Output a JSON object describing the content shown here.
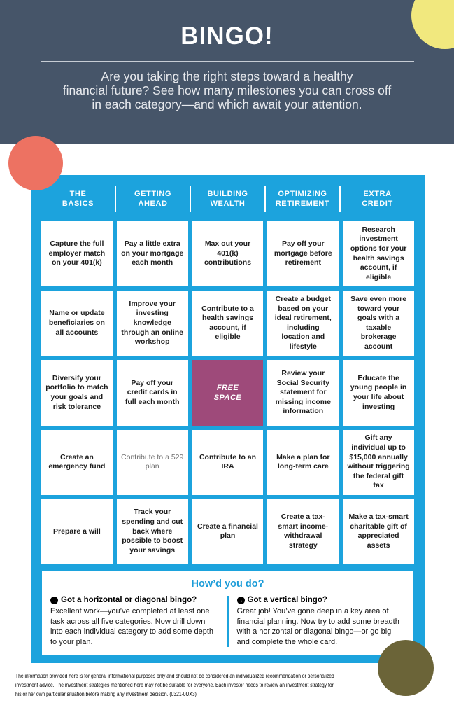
{
  "header": {
    "title": "BINGO!",
    "subtitle": "Are you taking the right steps toward a healthy\nfinancial future? See how many milestones you can cross off\nin each category—and which await your attention."
  },
  "card": {
    "headers": [
      "THE\nBASICS",
      "GETTING\nAHEAD",
      "BUILDING\nWEALTH",
      "OPTIMIZING\nRETIREMENT",
      "EXTRA\nCREDIT"
    ],
    "cells": [
      "Capture the full employer match on your 401(k)",
      "Pay a little extra on your mortgage each month",
      "Max out your 401(k) contributions",
      "Pay off your mortgage before retirement",
      "Research investment options for your health savings account, if eligible",
      "Name or update beneficiaries on all accounts",
      "Improve your investing knowledge through an online workshop",
      "Contribute to a health savings account, if eligible",
      "Create a budget based on your ideal retirement, including location and lifestyle",
      "Save even more toward your goals with a taxable brokerage account",
      "Diversify your portfolio to match your goals and risk tolerance",
      "Pay off your credit cards in full each month",
      "FREE\nSPACE",
      "Review your Social Security statement for missing income information",
      "Educate the young people in your life about investing",
      "Create an emergency fund",
      "Contribute to a 529 plan",
      "Contribute to an IRA",
      "Make a plan for long-term care",
      "Gift any individual up to $15,000 annually without triggering the federal gift tax",
      "Prepare a will",
      "Track your spending and cut back where possible to boost your savings",
      "Create a financial plan",
      "Create a tax-smart income-withdrawal strategy",
      "Make a tax-smart charitable gift of appreciated assets"
    ]
  },
  "results": {
    "title": "How’d you do?",
    "icon_glyph": "→",
    "left": {
      "heading": "Got a horizontal or diagonal bingo?",
      "body": "Excellent work—you’ve completed at least one task across all five categories. Now drill down into each individual category to add some depth to your plan."
    },
    "right": {
      "heading": "Got a vertical bingo?",
      "body": "Great job! You’ve gone deep in a key area of financial planning. Now try to add some breadth with a horizontal or diagonal bingo—or go big and complete the whole card."
    }
  },
  "footer": {
    "disclaimer": "The information provided here is for general informational purposes only and should not be considered an individualized recommendation or personalized\ninvestment advice. The investment strategies mentioned here may not be suitable for everyone. Each investor needs to review an investment strategy for\nhis or her own particular situation before making any investment decision. (0321-0UX3)"
  },
  "colors": {
    "header_bg": "#465569",
    "card_blue": "#1ca3dd",
    "free_space_purple": "#9e4a7a",
    "results_title_blue": "#1b9cd8",
    "circle_yellow": "#f1e87e",
    "circle_coral": "#ed7262",
    "circle_olive": "#6b6438"
  }
}
